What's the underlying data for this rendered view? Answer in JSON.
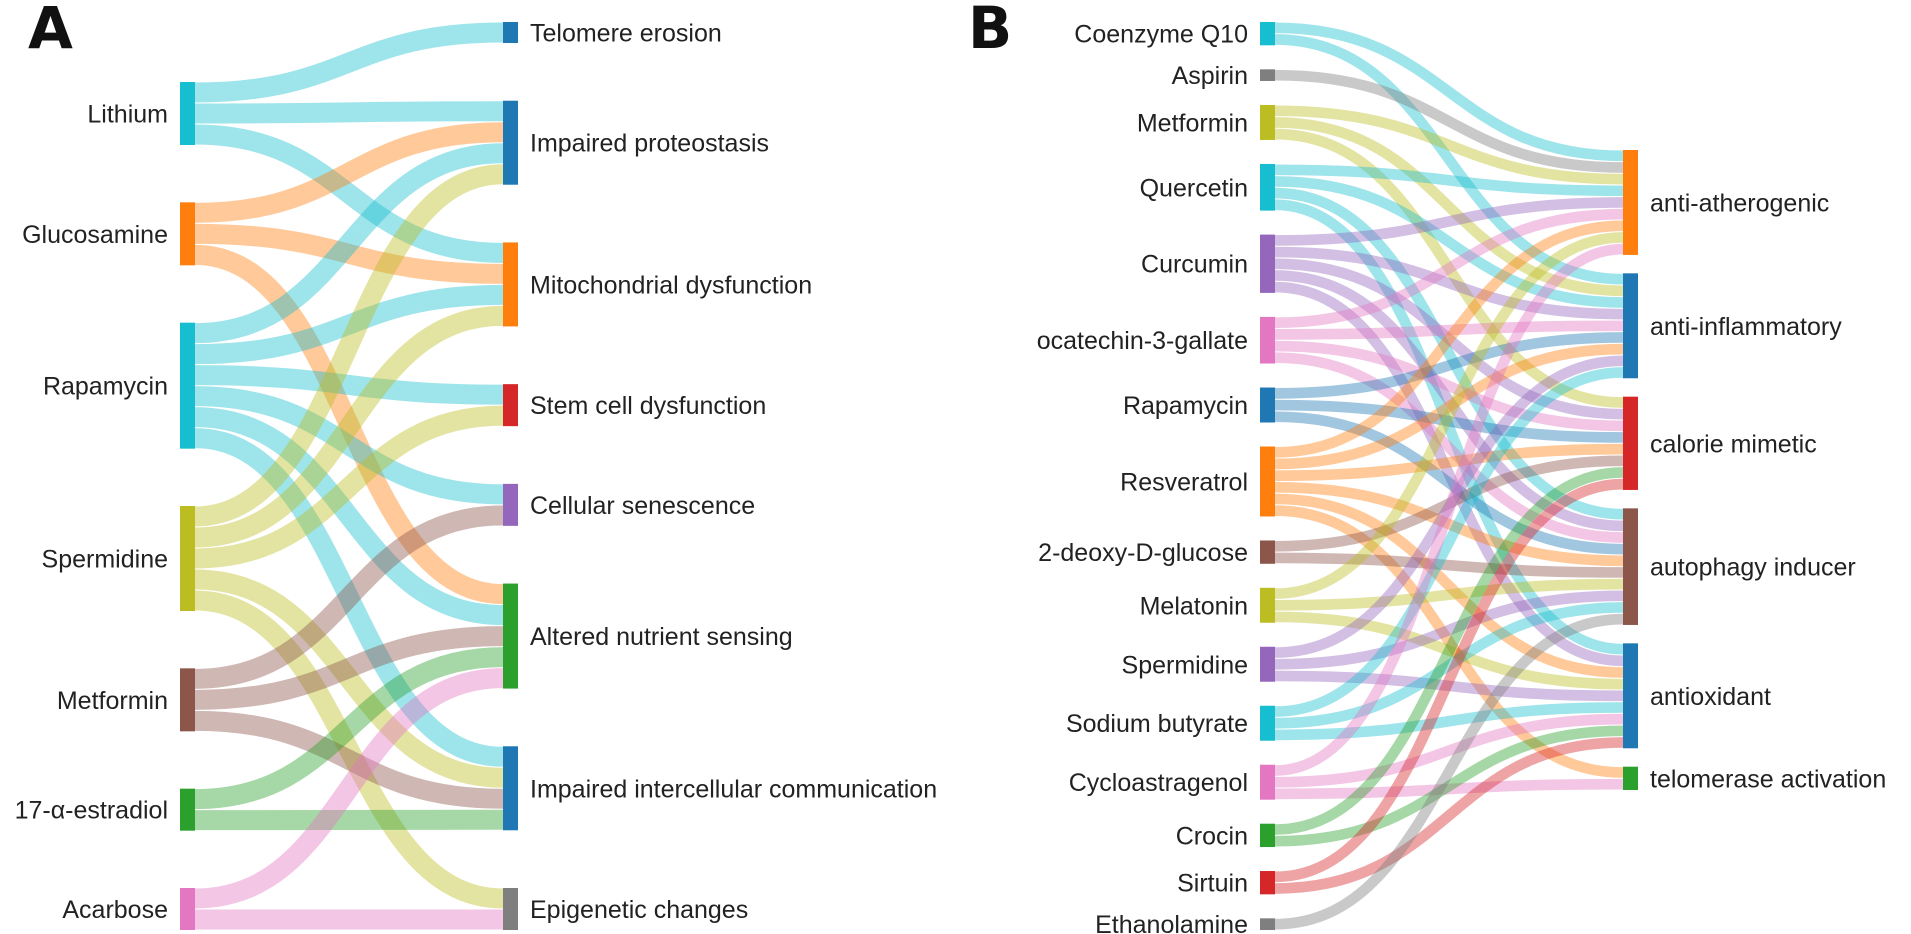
{
  "panels": [
    {
      "id": "A",
      "letter": "A",
      "sources": [
        {
          "name": "Lithium",
          "color": "#17becf"
        },
        {
          "name": "Glucosamine",
          "color": "#ff7f0e"
        },
        {
          "name": "Rapamycin",
          "color": "#17becf"
        },
        {
          "name": "Spermidine",
          "color": "#bcbd22"
        },
        {
          "name": "Metformin",
          "color": "#8c564b"
        },
        {
          "name": "17-α-estradiol",
          "color": "#2ca02c"
        },
        {
          "name": "Acarbose",
          "color": "#e377c2"
        }
      ],
      "targets": [
        {
          "name": "Telomere erosion",
          "color": "#1f77b4"
        },
        {
          "name": "Impaired proteostasis",
          "color": "#1f77b4"
        },
        {
          "name": "Mitochondrial dysfunction",
          "color": "#ff7f0e"
        },
        {
          "name": "Stem cell dysfunction",
          "color": "#d62728"
        },
        {
          "name": "Cellular senescence",
          "color": "#9467bd"
        },
        {
          "name": "Altered nutrient sensing",
          "color": "#2ca02c"
        },
        {
          "name": "Impaired intercellular communication",
          "color": "#1f77b4"
        },
        {
          "name": "Epigenetic changes",
          "color": "#7f7f7f"
        }
      ],
      "links": [
        [
          "Lithium",
          "Telomere erosion"
        ],
        [
          "Lithium",
          "Impaired proteostasis"
        ],
        [
          "Lithium",
          "Mitochondrial dysfunction"
        ],
        [
          "Glucosamine",
          "Impaired proteostasis"
        ],
        [
          "Glucosamine",
          "Mitochondrial dysfunction"
        ],
        [
          "Glucosamine",
          "Altered nutrient sensing"
        ],
        [
          "Rapamycin",
          "Impaired proteostasis"
        ],
        [
          "Rapamycin",
          "Mitochondrial dysfunction"
        ],
        [
          "Rapamycin",
          "Stem cell dysfunction"
        ],
        [
          "Rapamycin",
          "Cellular senescence"
        ],
        [
          "Rapamycin",
          "Altered nutrient sensing"
        ],
        [
          "Rapamycin",
          "Impaired intercellular communication"
        ],
        [
          "Spermidine",
          "Impaired proteostasis"
        ],
        [
          "Spermidine",
          "Mitochondrial dysfunction"
        ],
        [
          "Spermidine",
          "Stem cell dysfunction"
        ],
        [
          "Spermidine",
          "Impaired intercellular communication"
        ],
        [
          "Spermidine",
          "Epigenetic changes"
        ],
        [
          "Metformin",
          "Cellular senescence"
        ],
        [
          "Metformin",
          "Altered nutrient sensing"
        ],
        [
          "Metformin",
          "Impaired intercellular communication"
        ],
        [
          "17-α-estradiol",
          "Altered nutrient sensing"
        ],
        [
          "17-α-estradiol",
          "Impaired intercellular communication"
        ],
        [
          "Acarbose",
          "Altered nutrient sensing"
        ],
        [
          "Acarbose",
          "Epigenetic changes"
        ]
      ]
    },
    {
      "id": "B",
      "letter": "B",
      "sources": [
        {
          "name": "Coenzyme Q10",
          "color": "#17becf"
        },
        {
          "name": "Aspirin",
          "color": "#7f7f7f"
        },
        {
          "name": "Metformin",
          "color": "#bcbd22"
        },
        {
          "name": "Quercetin",
          "color": "#17becf"
        },
        {
          "name": "Curcumin",
          "color": "#9467bd"
        },
        {
          "name": "ocatechin-3-gallate",
          "color": "#e377c2"
        },
        {
          "name": "Rapamycin",
          "color": "#1f77b4"
        },
        {
          "name": "Resveratrol",
          "color": "#ff7f0e"
        },
        {
          "name": "2-deoxy-D-glucose",
          "color": "#8c564b"
        },
        {
          "name": "Melatonin",
          "color": "#bcbd22"
        },
        {
          "name": "Spermidine",
          "color": "#9467bd"
        },
        {
          "name": "Sodium butyrate",
          "color": "#17becf"
        },
        {
          "name": "Cycloastragenol",
          "color": "#e377c2"
        },
        {
          "name": "Crocin",
          "color": "#2ca02c"
        },
        {
          "name": "Sirtuin",
          "color": "#d62728"
        },
        {
          "name": "Ethanolamine",
          "color": "#7f7f7f"
        }
      ],
      "targets": [
        {
          "name": "anti-atherogenic",
          "color": "#ff7f0e"
        },
        {
          "name": "anti-inflammatory",
          "color": "#1f77b4"
        },
        {
          "name": "calorie mimetic",
          "color": "#d62728"
        },
        {
          "name": "autophagy inducer",
          "color": "#8c564b"
        },
        {
          "name": "antioxidant",
          "color": "#1f77b4"
        },
        {
          "name": "telomerase activation",
          "color": "#2ca02c"
        }
      ],
      "links": [
        [
          "Coenzyme Q10",
          "anti-atherogenic"
        ],
        [
          "Coenzyme Q10",
          "anti-inflammatory"
        ],
        [
          "Aspirin",
          "anti-atherogenic"
        ],
        [
          "Metformin",
          "anti-atherogenic"
        ],
        [
          "Metformin",
          "anti-inflammatory"
        ],
        [
          "Metformin",
          "calorie mimetic"
        ],
        [
          "Quercetin",
          "anti-atherogenic"
        ],
        [
          "Quercetin",
          "anti-inflammatory"
        ],
        [
          "Quercetin",
          "autophagy inducer"
        ],
        [
          "Quercetin",
          "antioxidant"
        ],
        [
          "Curcumin",
          "anti-atherogenic"
        ],
        [
          "Curcumin",
          "anti-inflammatory"
        ],
        [
          "Curcumin",
          "calorie mimetic"
        ],
        [
          "Curcumin",
          "autophagy inducer"
        ],
        [
          "Curcumin",
          "antioxidant"
        ],
        [
          "ocatechin-3-gallate",
          "anti-atherogenic"
        ],
        [
          "ocatechin-3-gallate",
          "anti-inflammatory"
        ],
        [
          "ocatechin-3-gallate",
          "calorie mimetic"
        ],
        [
          "ocatechin-3-gallate",
          "autophagy inducer"
        ],
        [
          "Rapamycin",
          "anti-inflammatory"
        ],
        [
          "Rapamycin",
          "calorie mimetic"
        ],
        [
          "Rapamycin",
          "autophagy inducer"
        ],
        [
          "Resveratrol",
          "anti-atherogenic"
        ],
        [
          "Resveratrol",
          "anti-inflammatory"
        ],
        [
          "Resveratrol",
          "calorie mimetic"
        ],
        [
          "Resveratrol",
          "autophagy inducer"
        ],
        [
          "Resveratrol",
          "antioxidant"
        ],
        [
          "Resveratrol",
          "telomerase activation"
        ],
        [
          "2-deoxy-D-glucose",
          "calorie mimetic"
        ],
        [
          "2-deoxy-D-glucose",
          "autophagy inducer"
        ],
        [
          "Melatonin",
          "anti-atherogenic"
        ],
        [
          "Melatonin",
          "autophagy inducer"
        ],
        [
          "Melatonin",
          "antioxidant"
        ],
        [
          "Spermidine",
          "anti-inflammatory"
        ],
        [
          "Spermidine",
          "autophagy inducer"
        ],
        [
          "Spermidine",
          "antioxidant"
        ],
        [
          "Sodium butyrate",
          "anti-inflammatory"
        ],
        [
          "Sodium butyrate",
          "autophagy inducer"
        ],
        [
          "Sodium butyrate",
          "antioxidant"
        ],
        [
          "Cycloastragenol",
          "anti-atherogenic"
        ],
        [
          "Cycloastragenol",
          "antioxidant"
        ],
        [
          "Cycloastragenol",
          "telomerase activation"
        ],
        [
          "Crocin",
          "calorie mimetic"
        ],
        [
          "Crocin",
          "antioxidant"
        ],
        [
          "Sirtuin",
          "calorie mimetic"
        ],
        [
          "Sirtuin",
          "antioxidant"
        ],
        [
          "Ethanolamine",
          "autophagy inducer"
        ]
      ]
    }
  ]
}
